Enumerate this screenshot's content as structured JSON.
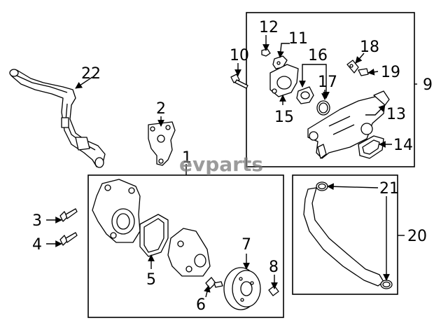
{
  "watermark": "evparts",
  "callouts": {
    "c1": "1",
    "c2": "2",
    "c3": "3",
    "c4": "4",
    "c5": "5",
    "c6": "6",
    "c7": "7",
    "c8": "8",
    "c9": "9",
    "c10": "10",
    "c11": "11",
    "c12": "12",
    "c13": "13",
    "c14": "14",
    "c15": "15",
    "c16": "16",
    "c17": "17",
    "c18": "18",
    "c19": "19",
    "c20": "20",
    "c21": "21",
    "c22": "22"
  }
}
